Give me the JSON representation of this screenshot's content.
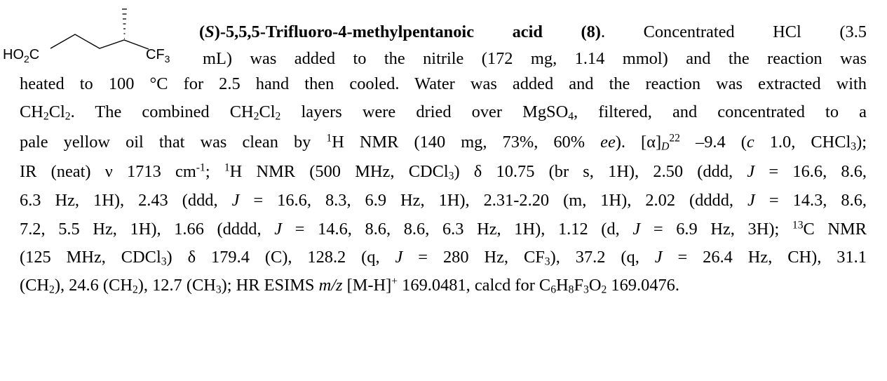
{
  "structure": {
    "left_label": "HO",
    "left_sub": "2",
    "left_tail": "C",
    "right_label": "CF",
    "right_sub": "3"
  },
  "paragraph": {
    "title_open": "(",
    "title_stereo": "S",
    "title_rest": ")-5,5,5-Trifluoro-4-methylpentanoic acid (8)",
    "line1_rest": ". Concentrated HCl (3.5",
    "line2": "mL) was added to the nitrile (172 mg, 1.14 mmol) and the reaction was",
    "line3": "heated to 100 °C for 2.5 hand then cooled. Water was added and the reaction was extracted with",
    "line4_a": "CH",
    "line4_b": "2",
    "line4_c": "Cl",
    "line4_d": "2",
    "line4_e": ". The combined CH",
    "line4_f": "2",
    "line4_g": "Cl",
    "line4_h": "2",
    "line4_i": " layers were dried over MgSO",
    "line4_j": "4",
    "line4_k": ", filtered, and concentrated to a",
    "line5_a": "pale yellow oil that was clean by ",
    "line5_b": "1",
    "line5_c": "H NMR (140 mg, 73%, 60% ",
    "line5_d": "ee",
    "line5_e": "). [α]",
    "line5_f": "D",
    "line5_g": "22",
    "line5_h": " –9.4 (",
    "line5_i": "c",
    "line5_j": " 1.0, CHCl",
    "line5_k": "3",
    "line5_l": ");",
    "line6_a": "IR (neat) ν 1713 cm",
    "line6_b": "-1",
    "line6_c": "; ",
    "line6_d": "1",
    "line6_e": "H NMR (500 MHz, CDCl",
    "line6_f": "3",
    "line6_g": ") δ 10.75 (br s, 1H), 2.50 (ddd, ",
    "line6_h": "J",
    "line6_i": " = 16.6, 8.6,",
    "line7_a": "6.3 Hz, 1H), 2.43 (ddd, ",
    "line7_b": "J",
    "line7_c": " = 16.6, 8.3, 6.9 Hz, 1H), 2.31-2.20 (m, 1H), 2.02 (dddd, ",
    "line7_d": "J",
    "line7_e": " = 14.3, 8.6,",
    "line8_a": "7.2, 5.5 Hz, 1H), 1.66 (dddd, ",
    "line8_b": "J",
    "line8_c": " = 14.6, 8.6, 8.6, 6.3 Hz, 1H), 1.12 (d, ",
    "line8_d": "J",
    "line8_e": " = 6.9 Hz, 3H); ",
    "line8_f": "13",
    "line8_g": "C NMR",
    "line9_a": "(125 MHz, CDCl",
    "line9_b": "3",
    "line9_c": ") δ 179.4 (C), 128.2 (q, ",
    "line9_d": "J",
    "line9_e": " = 280 Hz, CF",
    "line9_f": "3",
    "line9_g": "), 37.2 (q, ",
    "line9_h": "J",
    "line9_i": " = 26.4 Hz, CH), 31.1",
    "line10_a": "(CH",
    "line10_b": "2",
    "line10_c": "), 24.6 (CH",
    "line10_d": "2",
    "line10_e": "), 12.7 (CH",
    "line10_f": "3",
    "line10_g": "); HR ESIMS ",
    "line10_h": "m/z",
    "line10_i": " [M-H]",
    "line10_j": "+",
    "line10_k": " 169.0481, calcd for C",
    "line10_l": "6",
    "line10_m": "H",
    "line10_n": "8",
    "line10_o": "F",
    "line10_p": "3",
    "line10_q": "O",
    "line10_r": "2",
    "line10_s": " 169.0476."
  }
}
